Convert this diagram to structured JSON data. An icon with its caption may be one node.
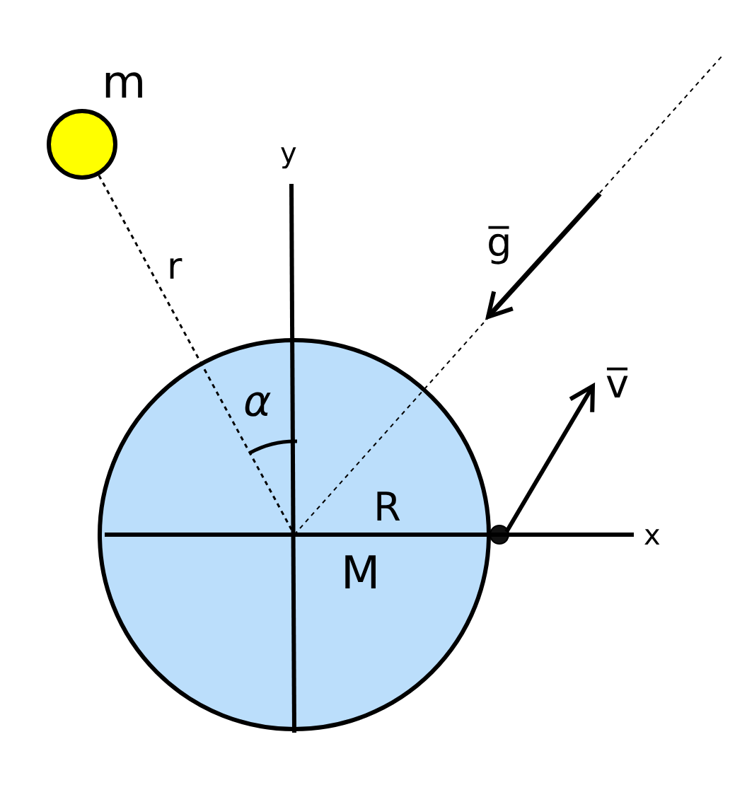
{
  "diagram": {
    "nodes": [
      {
        "text": [
          "M"
        ]
      },
      {
        "text": [
          "m"
        ]
      },
      {
        "text": [],
        "shape": "circle"
      }
    ],
    "edges": [
      {
        "from": 1,
        "to": 0,
        "arrow": "none",
        "label": "r",
        "style": "dashed"
      }
    ],
    "labels": [
      "y",
      "g̅",
      "v̅",
      "α",
      "R",
      "x"
    ]
  }
}
